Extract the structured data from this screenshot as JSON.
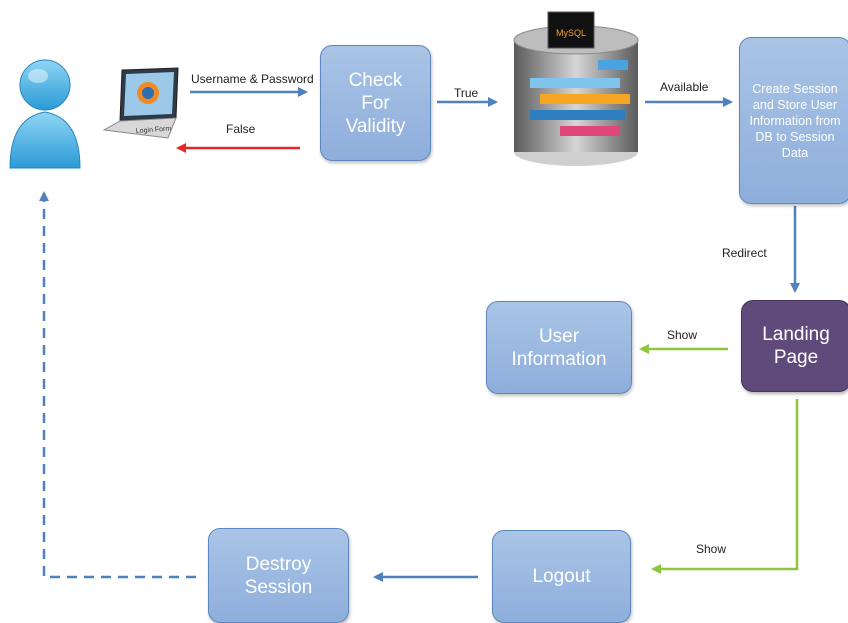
{
  "boxes": {
    "check_validity": "Check For Validity",
    "create_session": "Create Session and Store User Information from DB to Session Data",
    "landing_page": "Landing Page",
    "user_information": "User Information",
    "logout": "Logout",
    "destroy_session": "Destroy Session"
  },
  "edge_labels": {
    "credentials": "Username & Password",
    "false": "False",
    "true": "True",
    "available": "Available",
    "redirect": "Redirect",
    "show_info": "Show",
    "show_logout": "Show"
  },
  "icons": {
    "laptop_caption": "Login Form",
    "db_caption": "MySQL"
  },
  "colors": {
    "arrow_blue": "#4f81bd",
    "arrow_red": "#e8272b",
    "arrow_green": "#8dc63f",
    "box_blue": "#8eaedb",
    "box_purple": "#604a7b"
  }
}
